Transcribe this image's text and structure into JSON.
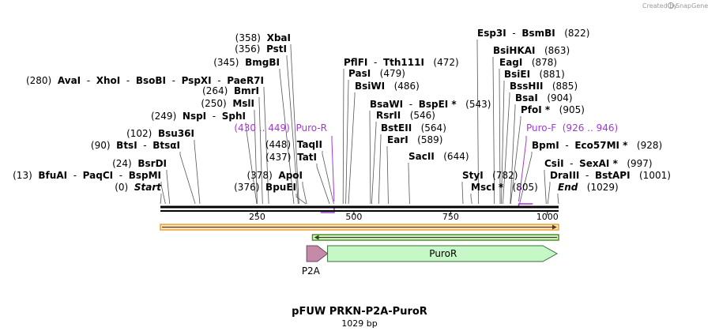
{
  "credit": {
    "prefix": "Created by",
    "brand": "SnapGene"
  },
  "plasmid": {
    "name": "pFUW PRKN-P2A-PuroR",
    "length_label": "1029 bp",
    "length": 1029
  },
  "colors": {
    "primer": "#a23ad1",
    "orf1": "#e8a23a",
    "orf2": "#4f8f2a",
    "p2a": "#c48aa7",
    "puror": "#c6f7c6"
  },
  "scale_ticks": [
    {
      "pos": 250,
      "label": "250"
    },
    {
      "pos": 500,
      "label": "500"
    },
    {
      "pos": 750,
      "label": "750"
    },
    {
      "pos": 1000,
      "label": "1000"
    }
  ],
  "sites": [
    {
      "id": "start",
      "num": "(0)",
      "names": [
        {
          "t": "Start",
          "s": "italic"
        }
      ],
      "pos": 0
    },
    {
      "id": "bfuai",
      "num": "(13)",
      "names": [
        {
          "t": "BfuAI",
          "s": "bold"
        },
        {
          "t": "PaqCI",
          "s": "bold"
        },
        {
          "t": "BspMI",
          "s": "bold"
        }
      ],
      "pos": 13
    },
    {
      "id": "bsrdi",
      "num": "(24)",
      "names": [
        {
          "t": "BsrDI",
          "s": "bold"
        }
      ],
      "pos": 24
    },
    {
      "id": "btsi",
      "num": "(90)",
      "names": [
        {
          "t": "BtsI",
          "s": "bold"
        },
        {
          "t": "BtsαI",
          "s": "bold"
        }
      ],
      "pos": 90
    },
    {
      "id": "bsu36i",
      "num": "(102)",
      "names": [
        {
          "t": "Bsu36I",
          "s": "bold"
        }
      ],
      "pos": 102
    },
    {
      "id": "nspi",
      "num": "(249)",
      "names": [
        {
          "t": "NspI",
          "s": "bold"
        },
        {
          "t": "SphI",
          "s": "bold"
        }
      ],
      "pos": 249
    },
    {
      "id": "msli",
      "num": "(250)",
      "names": [
        {
          "t": "MslI",
          "s": "bold"
        }
      ],
      "pos": 250
    },
    {
      "id": "bmri",
      "num": "(264)",
      "names": [
        {
          "t": "BmrI",
          "s": "bold"
        }
      ],
      "pos": 264
    },
    {
      "id": "avai",
      "num": "(280)",
      "names": [
        {
          "t": "AvaI",
          "s": "bold"
        },
        {
          "t": "XhoI",
          "s": "bold"
        },
        {
          "t": "BsoBI",
          "s": "bold"
        },
        {
          "t": "PspXI",
          "s": "bold"
        },
        {
          "t": "PaeR7I",
          "s": "bold"
        }
      ],
      "pos": 280
    },
    {
      "id": "bmgbi",
      "num": "(345)",
      "names": [
        {
          "t": "BmgBI",
          "s": "bold"
        }
      ],
      "pos": 345
    },
    {
      "id": "psti",
      "num": "(356)",
      "names": [
        {
          "t": "PstI",
          "s": "bold"
        }
      ],
      "pos": 356
    },
    {
      "id": "xbai",
      "num": "(358)",
      "names": [
        {
          "t": "XbaI",
          "s": "bold"
        }
      ],
      "pos": 358
    },
    {
      "id": "bpuei",
      "num": "(376)",
      "names": [
        {
          "t": "BpuEI",
          "s": "bold"
        }
      ],
      "pos": 376
    },
    {
      "id": "apoi",
      "num": "(378)",
      "names": [
        {
          "t": "ApoI",
          "s": "bold"
        }
      ],
      "pos": 378
    },
    {
      "id": "tati",
      "num": "(437)",
      "names": [
        {
          "t": "TatI",
          "s": "bold"
        }
      ],
      "pos": 437
    },
    {
      "id": "taqii",
      "num": "(448)",
      "names": [
        {
          "t": "TaqII",
          "s": "bold"
        }
      ],
      "pos": 448
    },
    {
      "id": "pflfi",
      "num": "(472)",
      "names": [
        {
          "t": "PflFI",
          "s": "bold"
        },
        {
          "t": "Tth111I",
          "s": "bold"
        }
      ],
      "pos": 472
    },
    {
      "id": "pasi",
      "num": "(479)",
      "names": [
        {
          "t": "PasI",
          "s": "bold"
        }
      ],
      "pos": 479
    },
    {
      "id": "bsiwi",
      "num": "(486)",
      "names": [
        {
          "t": "BsiWI",
          "s": "bold"
        }
      ],
      "pos": 486
    },
    {
      "id": "bsawi",
      "num": "(543)",
      "names": [
        {
          "t": "BsaWI",
          "s": "bold"
        },
        {
          "t": "BspEI *",
          "s": "bold"
        }
      ],
      "pos": 543
    },
    {
      "id": "rsrii",
      "num": "(546)",
      "names": [
        {
          "t": "RsrII",
          "s": "bold"
        }
      ],
      "pos": 546
    },
    {
      "id": "bsteii",
      "num": "(564)",
      "names": [
        {
          "t": "BstEII",
          "s": "bold"
        }
      ],
      "pos": 564
    },
    {
      "id": "eari",
      "num": "(589)",
      "names": [
        {
          "t": "EarI",
          "s": "bold"
        }
      ],
      "pos": 589
    },
    {
      "id": "sacii",
      "num": "(644)",
      "names": [
        {
          "t": "SacII",
          "s": "bold"
        }
      ],
      "pos": 644
    },
    {
      "id": "styi",
      "num": "(782)",
      "names": [
        {
          "t": "StyI",
          "s": "bold"
        }
      ],
      "pos": 782
    },
    {
      "id": "msci",
      "num": "(805)",
      "names": [
        {
          "t": "MscI *",
          "s": "bold"
        }
      ],
      "pos": 805
    },
    {
      "id": "esp3i",
      "num": "(822)",
      "names": [
        {
          "t": "Esp3I",
          "s": "bold"
        },
        {
          "t": "BsmBI",
          "s": "bold"
        }
      ],
      "pos": 822
    },
    {
      "id": "bsihkai",
      "num": "(863)",
      "names": [
        {
          "t": "BsiHKAI",
          "s": "bold"
        }
      ],
      "pos": 863
    },
    {
      "id": "eagi",
      "num": "(878)",
      "names": [
        {
          "t": "EagI",
          "s": "bold"
        }
      ],
      "pos": 878
    },
    {
      "id": "bsiei",
      "num": "(881)",
      "names": [
        {
          "t": "BsiEI",
          "s": "bold"
        }
      ],
      "pos": 881
    },
    {
      "id": "bsshii",
      "num": "(885)",
      "names": [
        {
          "t": "BssHII",
          "s": "bold"
        }
      ],
      "pos": 885
    },
    {
      "id": "bsai",
      "num": "(904)",
      "names": [
        {
          "t": "BsaI",
          "s": "bold"
        }
      ],
      "pos": 904
    },
    {
      "id": "pfoi",
      "num": "(905)",
      "names": [
        {
          "t": "PfoI *",
          "s": "bold"
        }
      ],
      "pos": 905
    },
    {
      "id": "bpmi",
      "num": "(928)",
      "names": [
        {
          "t": "BpmI",
          "s": "bold"
        },
        {
          "t": "Eco57MI *",
          "s": "bold"
        }
      ],
      "pos": 928
    },
    {
      "id": "csii",
      "num": "(997)",
      "names": [
        {
          "t": "CsiI",
          "s": "bold"
        },
        {
          "t": "SexAI *",
          "s": "bold"
        }
      ],
      "pos": 997
    },
    {
      "id": "draiii",
      "num": "(1001)",
      "names": [
        {
          "t": "DraIII",
          "s": "bold"
        },
        {
          "t": "BstAPI",
          "s": "bold"
        }
      ],
      "pos": 1001
    },
    {
      "id": "end",
      "num": "(1029)",
      "names": [
        {
          "t": "End",
          "s": "italic"
        }
      ],
      "pos": 1029
    }
  ],
  "primers": [
    {
      "id": "puro-r",
      "name": "Puro-R",
      "range": "(430 .. 449)",
      "start": 430,
      "end": 449,
      "dir": "reverse"
    },
    {
      "id": "puro-f",
      "name": "Puro-F",
      "range": "(926 .. 946)",
      "start": 926,
      "end": 946,
      "dir": "forward"
    }
  ],
  "features": [
    {
      "id": "orf-forward",
      "start": 0,
      "end": 1029,
      "dir": "forward",
      "label": ""
    },
    {
      "id": "orf-reverse",
      "start": 393,
      "end": 1029,
      "dir": "reverse",
      "label": ""
    },
    {
      "id": "p2a",
      "start": 378,
      "end": 432,
      "dir": "forward",
      "label": "P2A"
    },
    {
      "id": "puror",
      "start": 432,
      "end": 1029,
      "dir": "forward",
      "label": "PuroR"
    }
  ]
}
